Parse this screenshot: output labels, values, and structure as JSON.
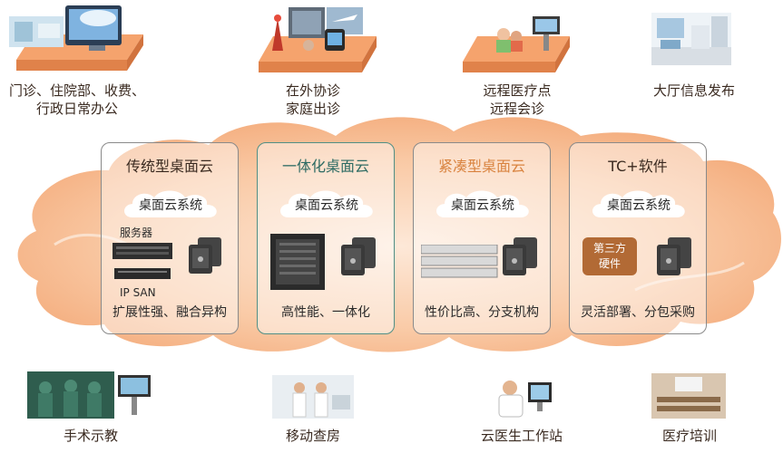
{
  "top_scenarios": [
    {
      "lines": [
        "门诊、住院部、收费、",
        "行政日常办公"
      ]
    },
    {
      "lines": [
        "在外协诊",
        "家庭出诊"
      ]
    },
    {
      "lines": [
        "远程医疗点",
        "远程会诊"
      ]
    },
    {
      "lines": [
        "大厅信息发布"
      ]
    }
  ],
  "panels": [
    {
      "title": "传统型桌面云",
      "system": "桌面云系统",
      "extra1": "服务器",
      "extra2": "IP SAN",
      "footer": "扩展性强、融合异构"
    },
    {
      "title": "一体化桌面云",
      "system": "桌面云系统",
      "footer": "高性能、一体化"
    },
    {
      "title": "紧凑型桌面云",
      "system": "桌面云系统",
      "footer": "性价比高、分支机构"
    },
    {
      "title": "TC+软件",
      "system": "桌面云系统",
      "badge_line1": "第三方",
      "badge_line2": "硬件",
      "footer": "灵活部署、分包采购"
    }
  ],
  "bottom_scenarios": [
    {
      "label": "手术示教"
    },
    {
      "label": "移动查房"
    },
    {
      "label": "云医生工作站"
    },
    {
      "label": "医疗培训"
    }
  ],
  "colors": {
    "cloud": "#f7b98c",
    "platform": "#f5a36d",
    "panel_border": "#8a8a8a",
    "highlight": "#4f8f86"
  }
}
